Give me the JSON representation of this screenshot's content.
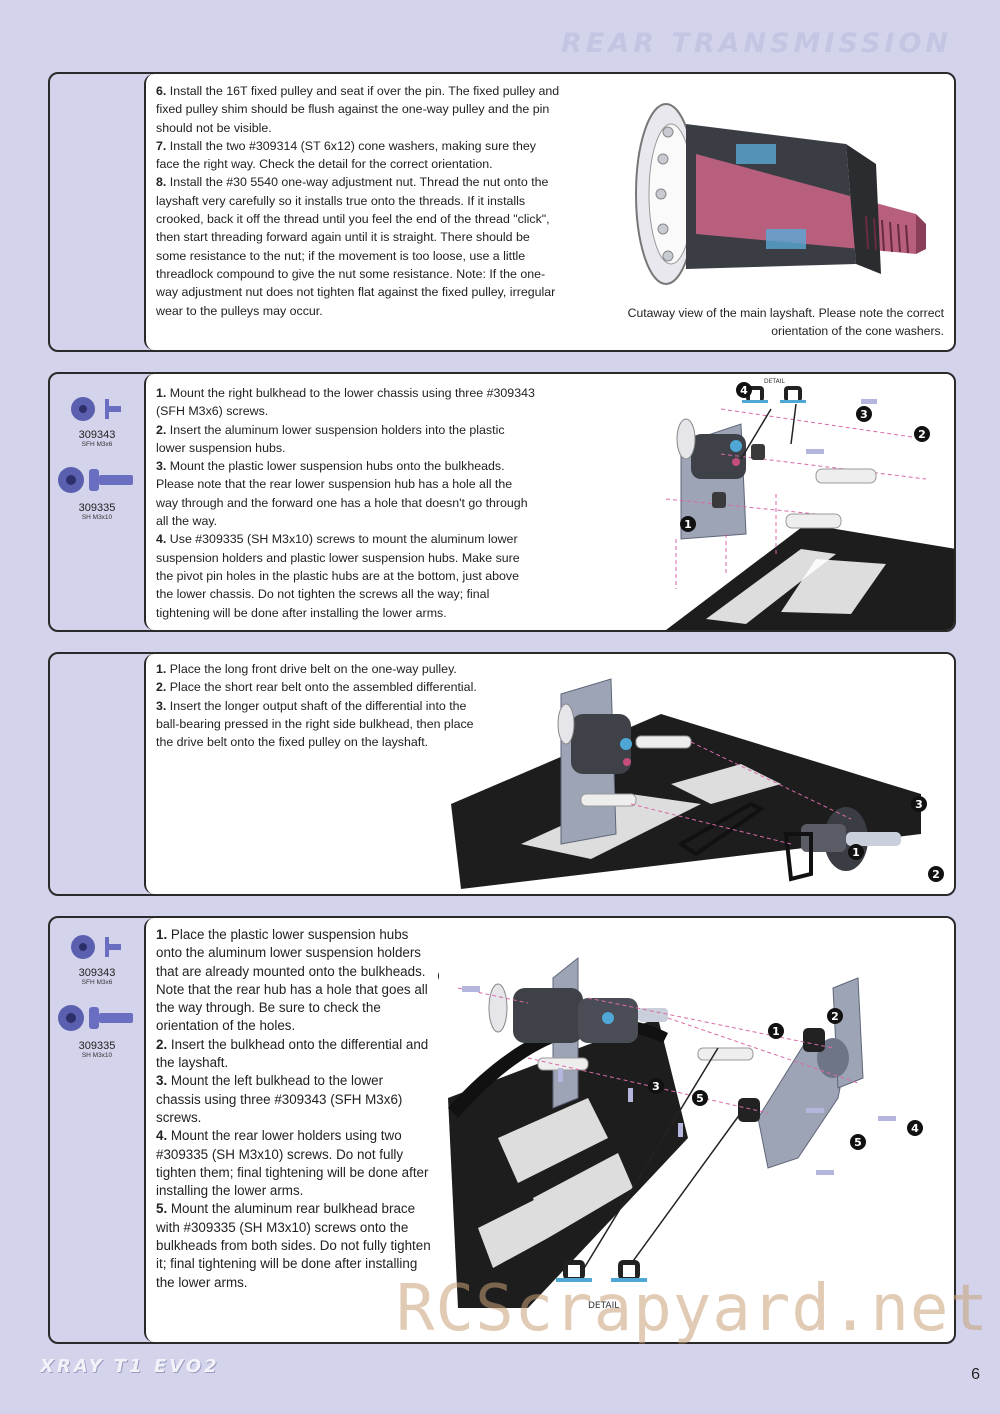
{
  "header": {
    "title": "REAR TRANSMISSION"
  },
  "panel1": {
    "steps": [
      {
        "num": "6.",
        "text": "Install the 16T fixed pulley and seat if over the pin. The fixed pulley and fixed pulley shim should be flush against the one-way pulley and the pin should not be visible."
      },
      {
        "num": "7.",
        "text": "Install the two #309314 (ST 6x12) cone washers, making sure they face the right way. Check the detail for the correct orientation."
      },
      {
        "num": "8.",
        "text": "Install the #30 5540 one-way adjustment nut. Thread the nut onto the layshaft very carefully so it installs true onto the threads. If it installs crooked, back it off the thread until you feel the end of the thread \"click\", then start threading forward again until it is straight. There should be some resistance to the nut; if the movement is too loose, use a little threadlock compound to give the nut some resistance. Note: If the one-way adjustment nut does not tighten flat against the fixed pulley, irregular wear to the pulleys may occur."
      }
    ],
    "caption": "Cutaway view of the main layshaft. Please note the correct orientation of the cone washers."
  },
  "panel2": {
    "parts": [
      {
        "number": "309343",
        "desc": "SFH M3x6",
        "icon": "countersunk-screw-icon"
      },
      {
        "number": "309335",
        "desc": "SH M3x10",
        "icon": "socket-head-screw-icon"
      }
    ],
    "steps": [
      {
        "num": "1.",
        "text": "Mount the right bulkhead to the lower chassis using three #309343 (SFH M3x6) screws."
      },
      {
        "num": "2.",
        "text": "Insert the aluminum lower suspension holders into the plastic lower suspension hubs."
      },
      {
        "num": "3.",
        "text": "Mount the plastic lower suspension hubs onto the bulkheads. Please note that the rear lower suspension hub has a hole all the way through and the forward one has a hole that doesn't go through all the way."
      },
      {
        "num": "4.",
        "text": "Use #309335 (SH M3x10) screws to mount the aluminum lower suspension holders and plastic lower suspension hubs. Make sure the pivot pin holes in the plastic hubs are at the bottom, just above the lower chassis. Do not tighten the screws all the way; final tightening will be done after installing the lower arms."
      }
    ],
    "detail_label": "DETAIL",
    "callouts": [
      "1",
      "2",
      "3",
      "4"
    ]
  },
  "panel3": {
    "steps": [
      {
        "num": "1.",
        "text": "Place the long front drive belt on the one-way pulley."
      },
      {
        "num": "2.",
        "text": "Place the short rear belt onto the assembled differential."
      },
      {
        "num": "3.",
        "text": "Insert the longer output shaft of the differential into the ball-bearing pressed in the right side bulkhead, then place the drive belt onto the fixed pulley on the layshaft."
      }
    ],
    "callouts": [
      "1",
      "2",
      "3"
    ]
  },
  "panel4": {
    "parts": [
      {
        "number": "309343",
        "desc": "SFH M3x6",
        "icon": "countersunk-screw-icon"
      },
      {
        "number": "309335",
        "desc": "SH M3x10",
        "icon": "socket-head-screw-icon"
      }
    ],
    "steps": [
      {
        "num": "1.",
        "text": "Place the plastic lower suspension hubs onto the aluminum lower suspension holders that are already mounted onto the bulkheads. Note that the rear hub has a hole that goes all the way through. Be sure to check the orientation of the holes."
      },
      {
        "num": "2.",
        "text": "Insert the bulkhead onto the differential and the layshaft."
      },
      {
        "num": "3.",
        "text": "Mount the left bulkhead to the lower chassis using three #309343 (SFH M3x6) screws."
      },
      {
        "num": "4.",
        "text": "Mount the rear lower holders using two #309335 (SH M3x10) screws. Do not fully tighten them; final tightening will be done after installing the lower arms."
      },
      {
        "num": "5.",
        "text": "Mount the aluminum rear bulkhead brace with #309335 (SH M3x10) screws onto the bulkheads from both sides. Do not fully tighten it; final tightening will be done after installing the lower arms."
      }
    ],
    "detail_label": "DETAIL",
    "callouts": [
      "1",
      "2",
      "3",
      "4",
      "5",
      "5"
    ]
  },
  "footer": {
    "logo": "XRAY T1 EVO2",
    "watermark": "RCScrapyard.net",
    "page": "6"
  }
}
